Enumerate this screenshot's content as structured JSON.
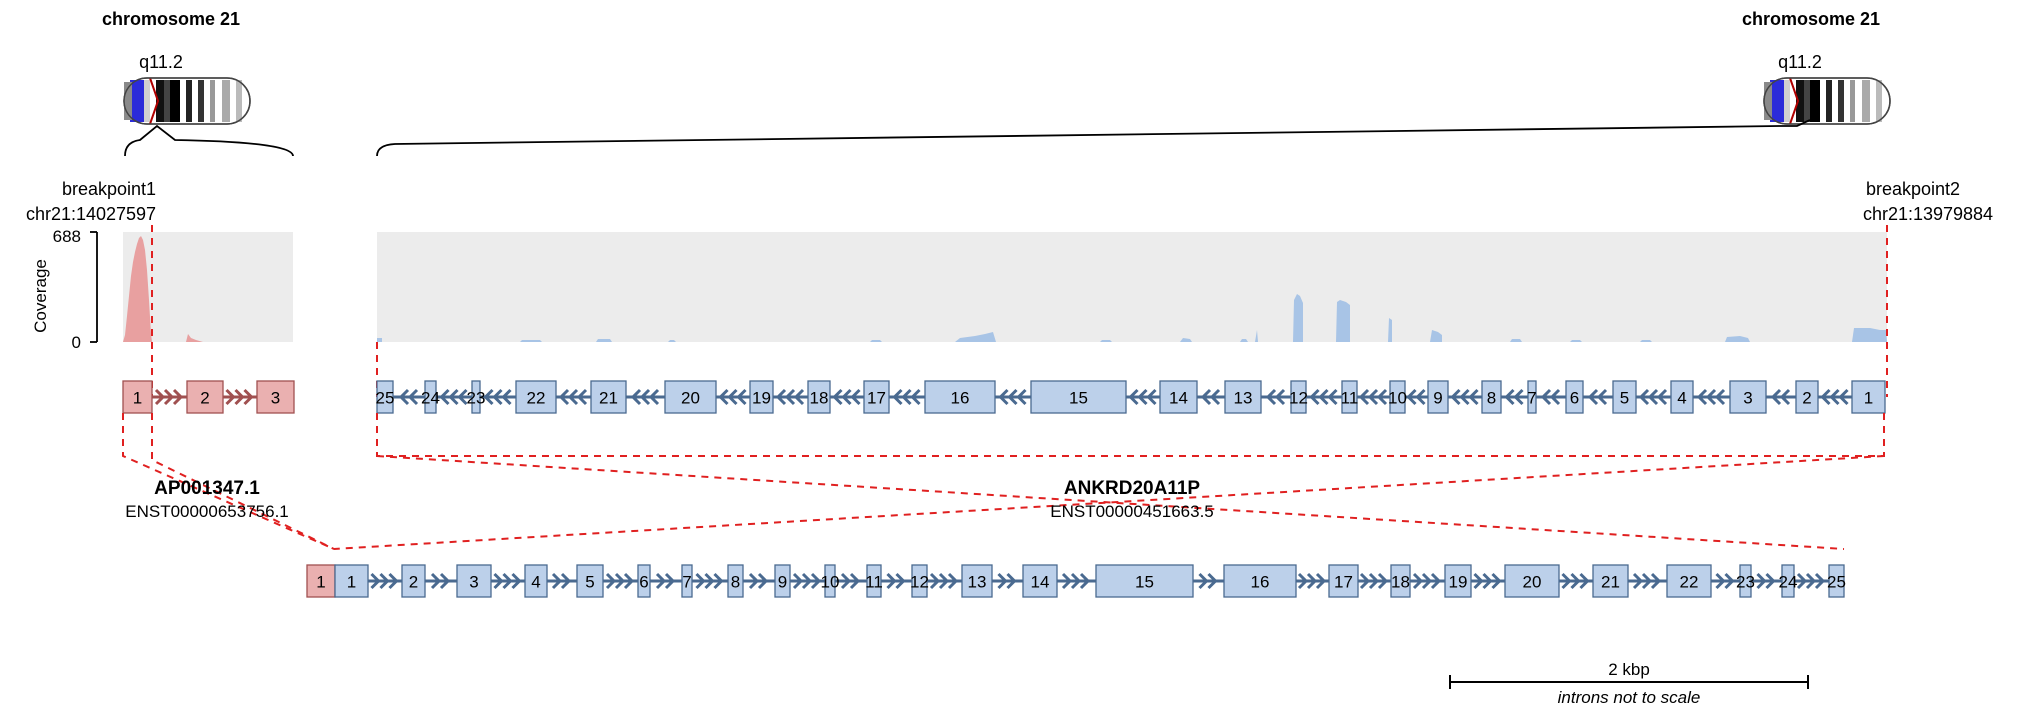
{
  "chromosome_left": {
    "title": "chromosome 21",
    "band": "q11.2"
  },
  "chromosome_right": {
    "title": "chromosome 21",
    "band": "q11.2"
  },
  "breakpoint1": {
    "name": "breakpoint1",
    "position": "chr21:14027597"
  },
  "breakpoint2": {
    "name": "breakpoint2",
    "position": "chr21:13979884"
  },
  "coverage": {
    "axis_label": "Coverage",
    "max_tick": "688",
    "min_tick": "0"
  },
  "gene1": {
    "name": "AP001347.1",
    "transcript": "ENST00000653756.1",
    "exons": [
      "1",
      "2",
      "3"
    ],
    "color": "#eab0b0"
  },
  "gene2": {
    "name": "ANKRD20A11P",
    "transcript": "ENST00000451663.5",
    "exons": [
      "25",
      "24",
      "23",
      "22",
      "21",
      "20",
      "19",
      "18",
      "17",
      "16",
      "15",
      "14",
      "13",
      "12",
      "11",
      "10",
      "9",
      "8",
      "7",
      "6",
      "5",
      "4",
      "3",
      "2",
      "1"
    ],
    "color": "#bcd0ea"
  },
  "fusion": {
    "exons_gene1": [
      "1"
    ],
    "exons_gene2": [
      "1",
      "2",
      "3",
      "4",
      "5",
      "6",
      "7",
      "8",
      "9",
      "10",
      "11",
      "12",
      "13",
      "14",
      "15",
      "16",
      "17",
      "18",
      "19",
      "20",
      "21",
      "22",
      "23",
      "24",
      "25"
    ]
  },
  "scale": {
    "label": "2 kbp",
    "note": "introns not to scale"
  },
  "colors": {
    "breakpoint_line": "#e02020",
    "coverage_bg": "#ececec",
    "coverage_gene1": "#e8a0a0",
    "coverage_gene2": "#a8c4e6",
    "intron_arrow_gene1": "#a05050",
    "intron_arrow_gene2": "#4a6a90"
  }
}
